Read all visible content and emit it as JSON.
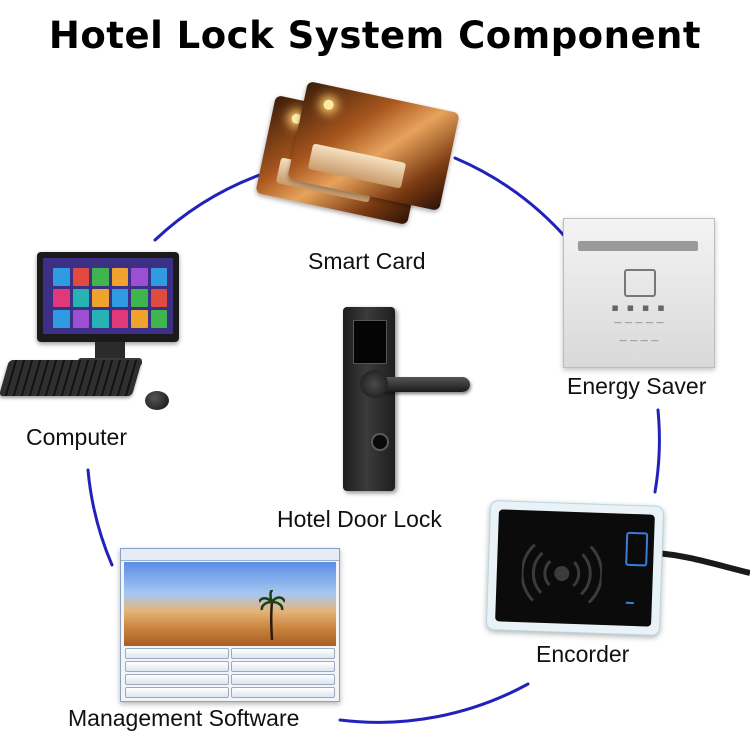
{
  "title": "Hotel Lock System Component",
  "labels": {
    "smart_card": "Smart Card",
    "energy_saver": "Energy Saver",
    "computer": "Computer",
    "hotel_door_lock": "Hotel Door Lock",
    "encorder": "Encorder",
    "management_software": "Management Software"
  },
  "colors": {
    "ring": "#2222bb"
  }
}
